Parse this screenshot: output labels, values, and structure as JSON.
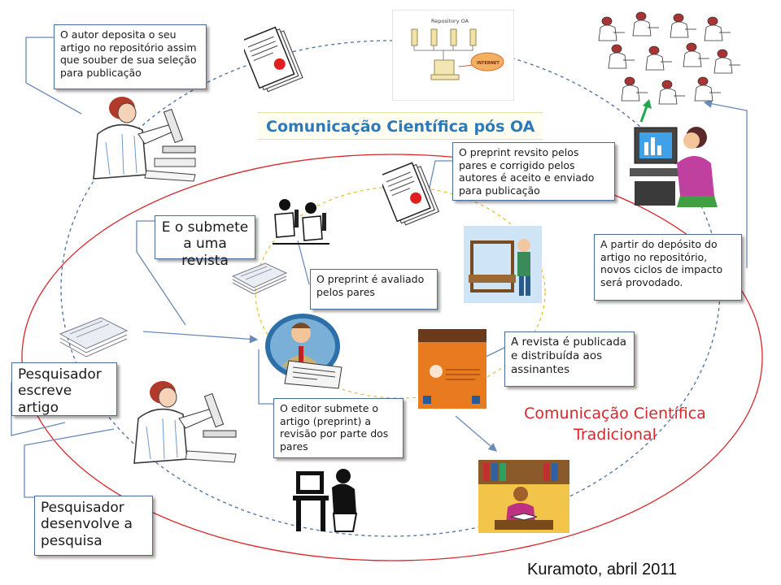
{
  "titles": {
    "oa": "Comunicação Científica pós OA",
    "traditional_line1": "Comunicação Científica",
    "traditional_line2": "Tradicional"
  },
  "boxes": {
    "deposita": "O autor deposita o seu artigo no repositório assim que souber de sua seleção para publicação",
    "preprint_revisto": "O preprint revsito pelos pares e corrigido pelos autores é aceito e enviado para publicação",
    "submete": "E o submete a uma revista",
    "avaliado": "O preprint é avaliado pelos pares",
    "novos_ciclos": "A partir do depósito do artigo no repositório, novos ciclos de impacto será provodado.",
    "publicada": "A revista é publicada e distribuída aos assinantes",
    "escreve": "Pesquisador escreve artigo",
    "editor": "O editor submete o artigo (preprint) a revisão por parte dos pares",
    "desenvolve": "Pesquisador desenvolve a pesquisa"
  },
  "repository_figure": {
    "header": "Repository OA",
    "cloud": "INTERNET"
  },
  "credit": "Kuramoto, abril 2011",
  "colors": {
    "oa_title": "#2e79b9",
    "traditional_title": "#d8262a",
    "red_ellipse": "#d8262a",
    "blue_dashed": "#4a6fa5",
    "yellow_dashed": "#e8c040",
    "connector": "#6a8ab8"
  }
}
